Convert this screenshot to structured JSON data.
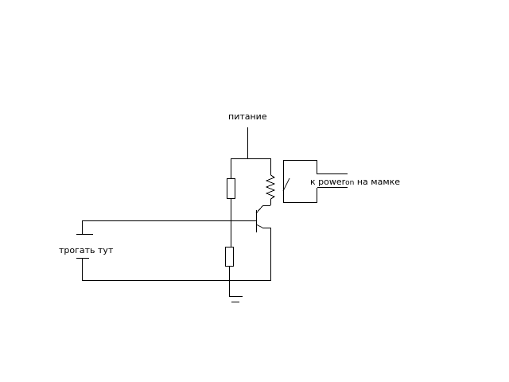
{
  "labels": {
    "power": "питание",
    "touch": "трогать тут",
    "power_on_prefix": "к power",
    "power_on_on": "on",
    "power_on_suffix": " на мамке"
  },
  "colors": {
    "line": "#000000",
    "background": "#ffffff"
  }
}
